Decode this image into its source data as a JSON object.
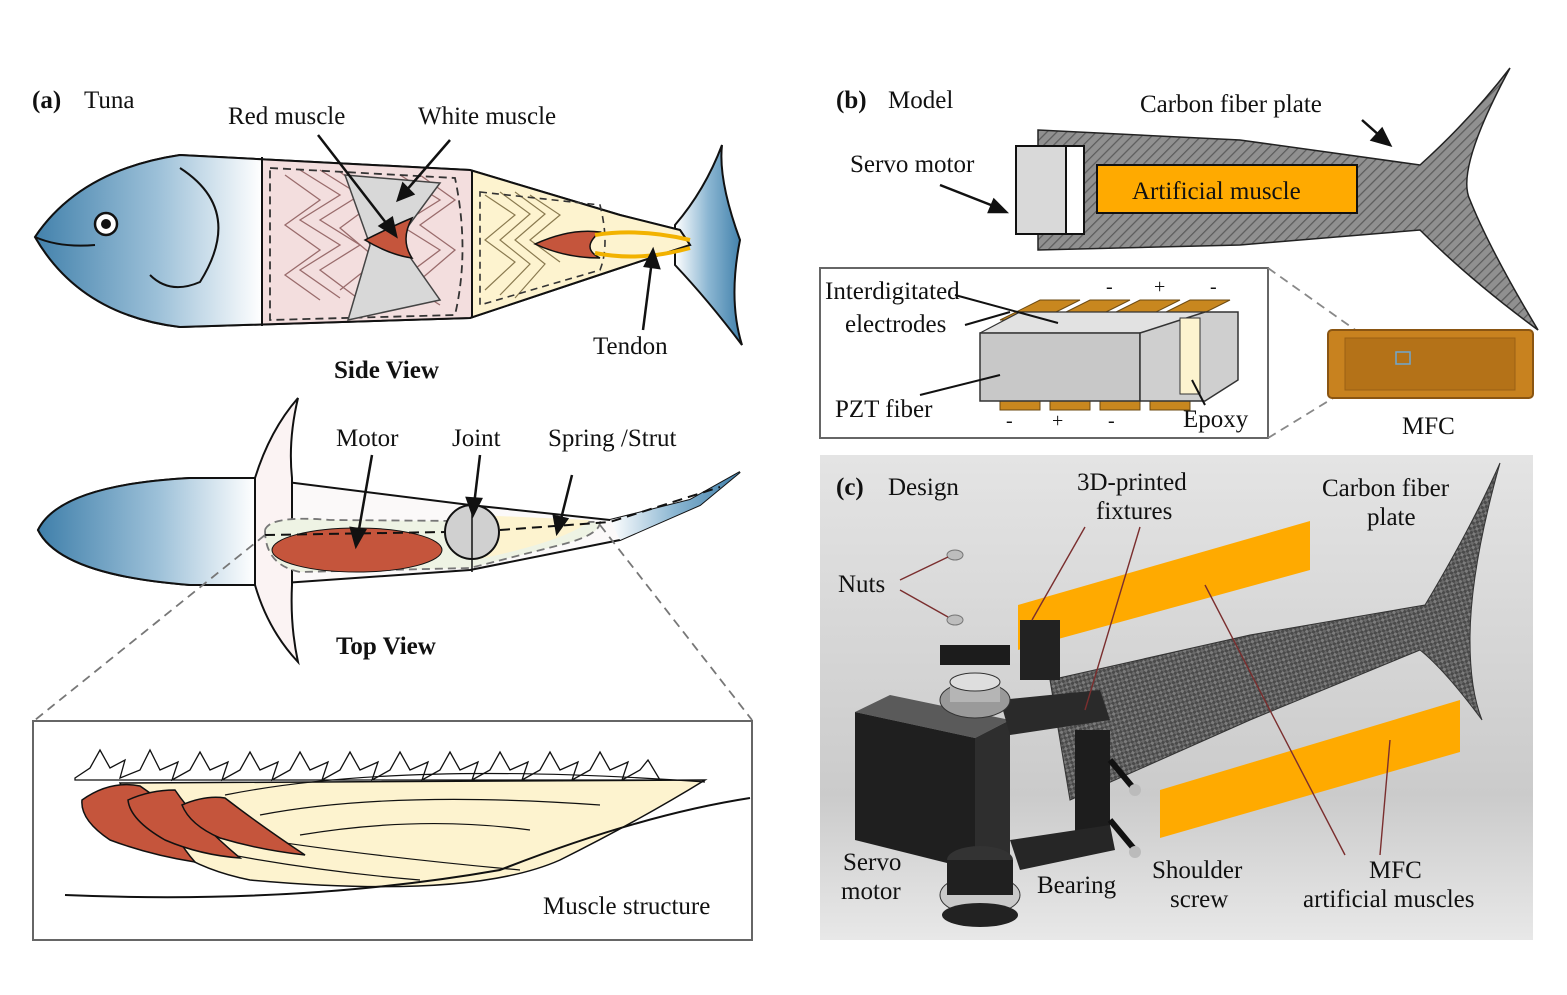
{
  "panel_a": {
    "tag": "(a)",
    "title": "Tuna",
    "label_red_muscle": "Red muscle",
    "label_white_muscle": "White muscle",
    "label_tendon": "Tendon",
    "side_view": "Side View",
    "label_motor": "Motor",
    "label_joint": "Joint",
    "label_spring": "Spring /Strut",
    "top_view": "Top View",
    "muscle_structure": "Muscle structure"
  },
  "panel_b": {
    "tag": "(b)",
    "title": "Model",
    "label_carbon": "Carbon fiber plate",
    "label_servo": "Servo motor",
    "label_artificial": "Artificial muscle",
    "label_electrodes_1": "Interdigitated",
    "label_electrodes_2": "electrodes",
    "label_pzt": "PZT fiber",
    "label_epoxy": "Epoxy",
    "label_mfc": "MFC",
    "signs_top": [
      "-",
      "+",
      "-"
    ],
    "signs_bottom": [
      "-",
      "+",
      "-"
    ]
  },
  "panel_c": {
    "tag": "(c)",
    "title": "Design",
    "label_fixtures_1": "3D-printed",
    "label_fixtures_2": "fixtures",
    "label_carbon_1": "Carbon fiber",
    "label_carbon_2": "plate",
    "label_nuts": "Nuts",
    "label_servo_1": "Servo",
    "label_servo_2": "motor",
    "label_bearing": "Bearing",
    "label_shoulder_1": "Shoulder",
    "label_shoulder_2": "screw",
    "label_mfc_1": "MFC",
    "label_mfc_2": "artificial muscles"
  },
  "colors": {
    "fish_blue": "#3f7faa",
    "red_muscle": "#c5553c",
    "white_muscle_fill": "#f3dede",
    "tail_muscle_fill": "#fdf3cf",
    "mfc_orange": "#ffaa00",
    "electrode_brown": "#c8871f",
    "carbon_gray": "#8a8a8a",
    "render_bg": "#d4d4d4"
  }
}
